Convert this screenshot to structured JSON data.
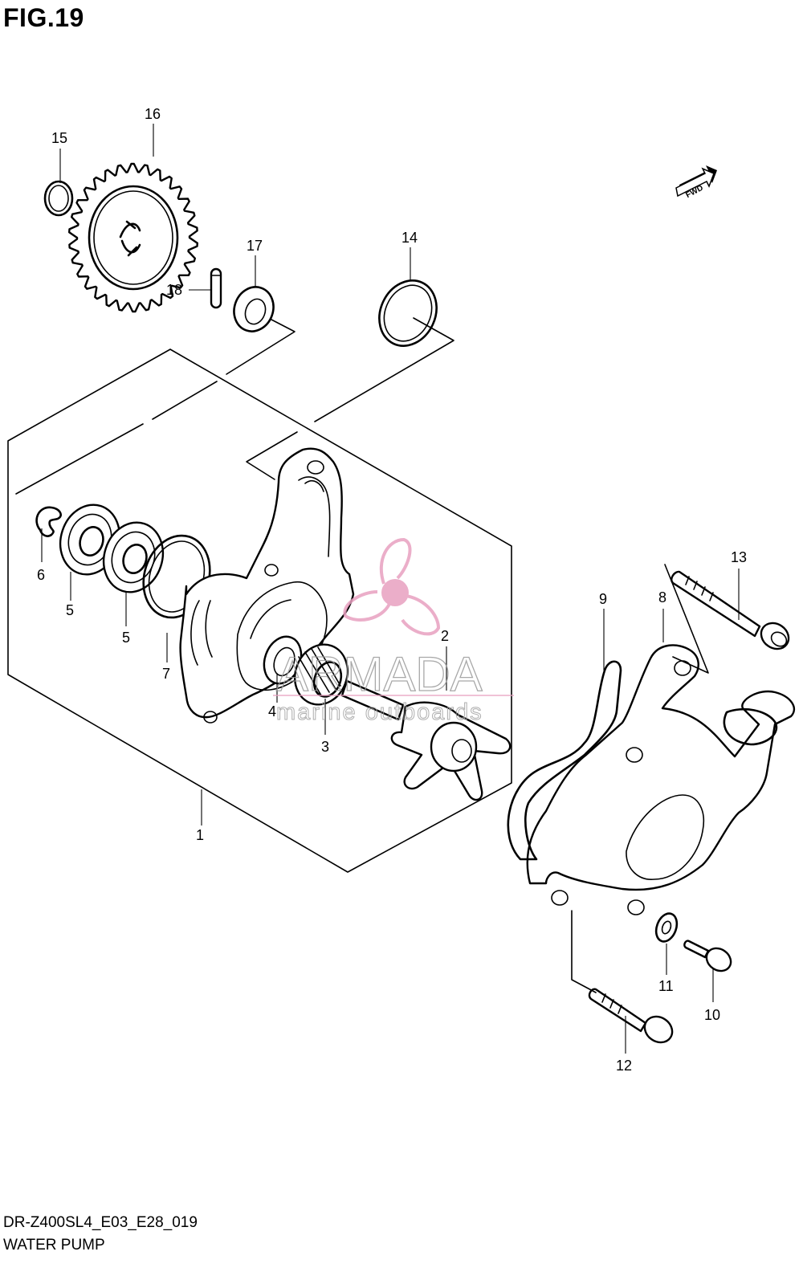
{
  "figure": {
    "title": "FIG.19",
    "model_code": "DR-Z400SL4_E03_E28_019",
    "group_name": "WATER PUMP",
    "fwd_label": "FWD"
  },
  "callouts": [
    "1",
    "2",
    "3",
    "4",
    "5",
    "5",
    "6",
    "7",
    "8",
    "9",
    "10",
    "11",
    "12",
    "13",
    "14",
    "15",
    "16",
    "17",
    "18"
  ],
  "watermark": {
    "brand": "ARMADA",
    "tagline": "marine outboards",
    "accent_color": "#e8a0c0",
    "text_color": "#9a9a9a"
  },
  "colors": {
    "line": "#000000",
    "background": "#ffffff"
  }
}
